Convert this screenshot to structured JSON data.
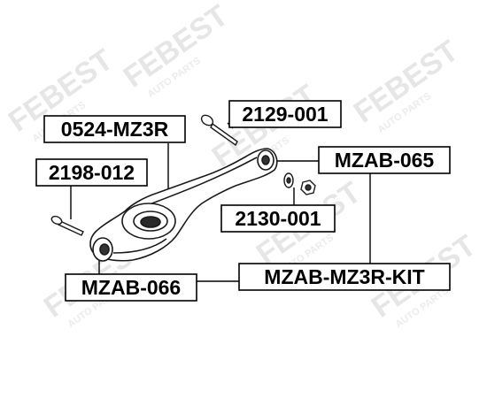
{
  "watermark": {
    "brand": "FEBEST",
    "subtext": "AUTO PARTS"
  },
  "colors": {
    "background": "#ffffff",
    "label_box_fill": "#ffffff",
    "label_box_stroke": "#000000",
    "leader_line": "#000000",
    "watermark": "#e6e6e6",
    "part_fill": "#ffffff",
    "part_stroke": "#1a1a1a"
  },
  "labels": {
    "part_0524": "0524-MZ3R",
    "part_2129": "2129-001",
    "part_2198": "2198-012",
    "part_mzab065": "MZAB-065",
    "part_2130": "2130-001",
    "part_kit": "MZAB-MZ3R-KIT",
    "part_mzab066": "MZAB-066"
  }
}
